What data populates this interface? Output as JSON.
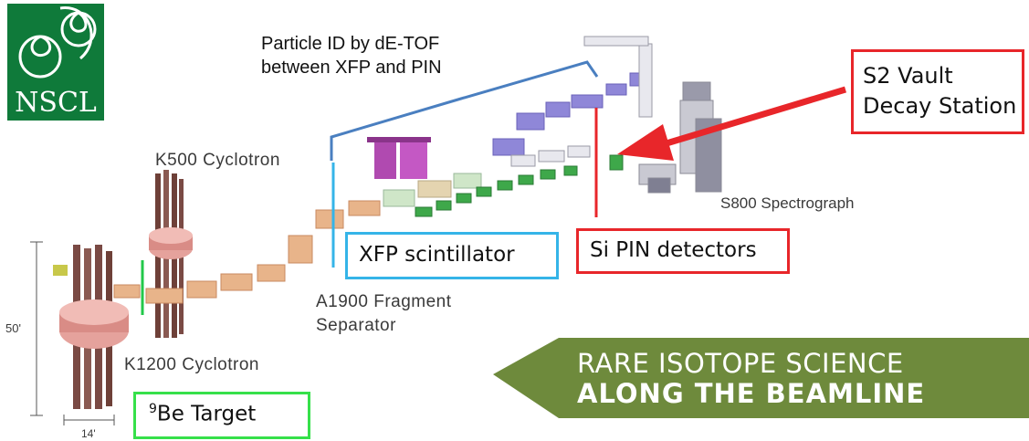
{
  "logo": {
    "text": "NSCL"
  },
  "annotations": {
    "pid_line1": "Particle ID by dE-TOF",
    "pid_line2": "between XFP and PIN",
    "k500": "K500 Cyclotron",
    "k1200": "K1200 Cyclotron",
    "a1900_line1": "A1900 Fragment",
    "a1900_line2": "Separator",
    "s800": "S800 Spectrograph",
    "dim_height": "50'",
    "dim_width": "14'"
  },
  "callouts": {
    "s2_line1": "S2 Vault",
    "s2_line2": "Decay Station",
    "si_pin": "Si PIN detectors",
    "xfp": "XFP scintillator",
    "target_sup": "9",
    "target_rest": "Be Target"
  },
  "banner": {
    "line1": "RARE ISOTOPE SCIENCE",
    "line2": "ALONG THE BEAMLINE"
  },
  "colors": {
    "red": "#e8262a",
    "blue": "#35b4e8",
    "green_box": "#36e04a",
    "green_marker": "#22c84a",
    "bracket": "#4a7fc0",
    "banner": "#6e8a3c",
    "logo": "#0f7a3a"
  }
}
